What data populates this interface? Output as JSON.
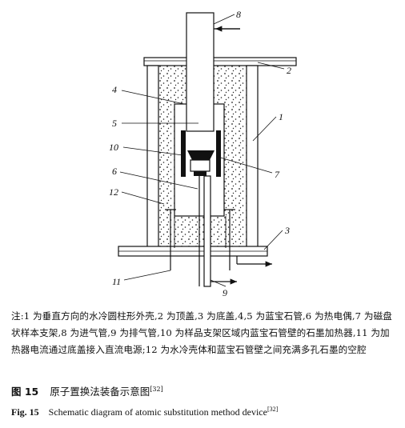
{
  "labels": {
    "l1": "1",
    "l2": "2",
    "l3": "3",
    "l4": "4",
    "l5": "5",
    "l6": "6",
    "l7": "7",
    "l8": "8",
    "l9": "9",
    "l10": "10",
    "l11": "11",
    "l12": "12"
  },
  "note": "注:1 为垂直方向的水冷圆柱形外壳,2 为顶盖,3 为底盖,4,5 为蓝宝石管,6 为热电偶,7 为磁盘状样本支架,8 为进气管,9 为排气管,10 为样品支架区域内蓝宝石管壁的石墨加热器,11 为加热器电流通过底盖接入直流电源;12 为水冷壳体和蓝宝石管壁之间充满多孔石墨的空腔",
  "caption_cn": {
    "figno": "图 15",
    "text": "原子置换法装备示意图",
    "ref": "[32]"
  },
  "caption_en": {
    "figno": "Fig. 15",
    "text": "Schematic diagram of atomic substitution method device",
    "ref": "[32]"
  }
}
